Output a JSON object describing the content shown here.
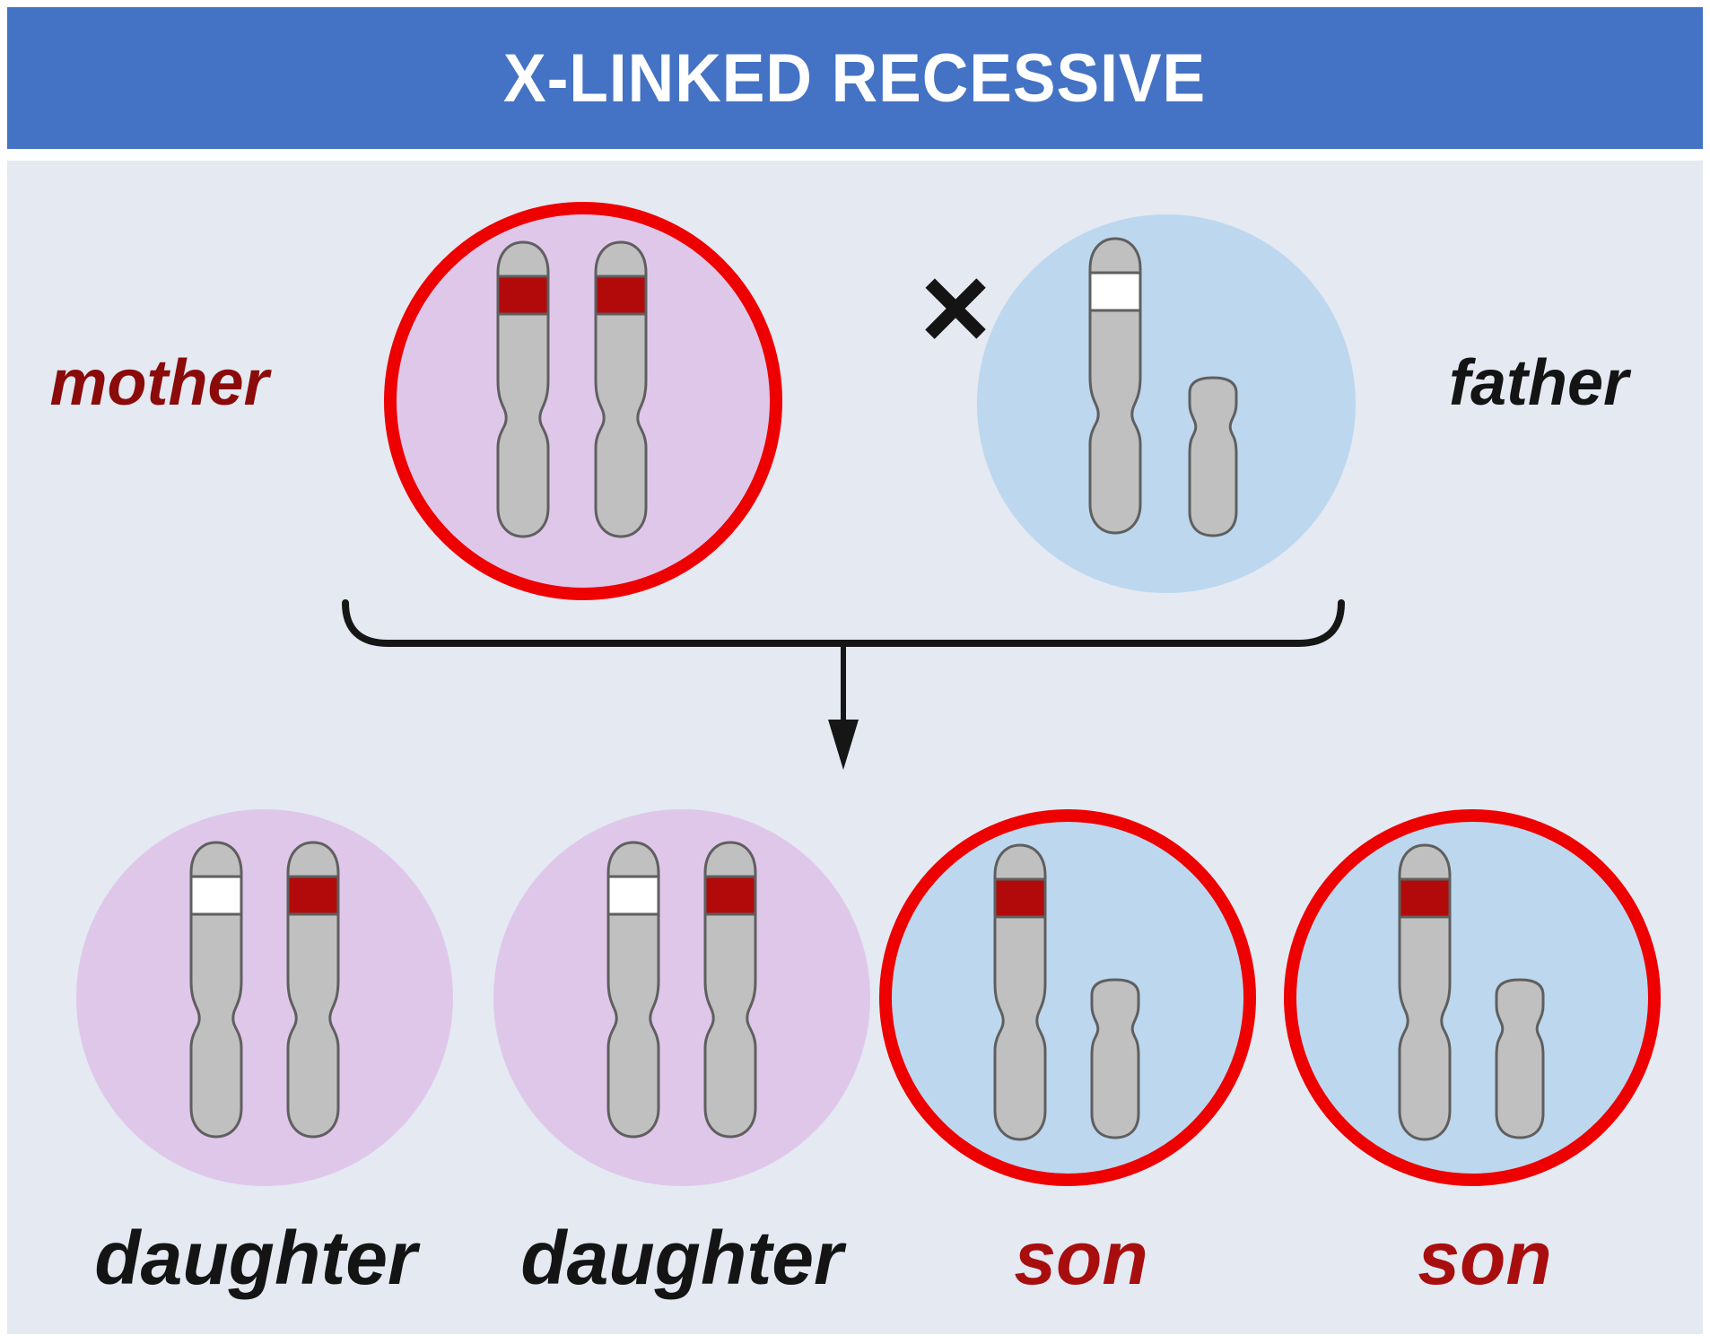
{
  "title": "X-LINKED RECESSIVE",
  "cross_symbol": "×",
  "persons": {
    "mother": {
      "label": "mother",
      "sex": "female",
      "affected_ring": true,
      "chromosomes": [
        {
          "type": "X",
          "band": "affected"
        },
        {
          "type": "X",
          "band": "affected"
        }
      ]
    },
    "father": {
      "label": "father",
      "sex": "male",
      "affected_ring": false,
      "chromosomes": [
        {
          "type": "X",
          "band": "normal"
        },
        {
          "type": "Y"
        }
      ]
    },
    "children": [
      {
        "label": "daughter",
        "sex": "female",
        "affected_ring": false,
        "chromosomes": [
          {
            "type": "X",
            "band": "normal"
          },
          {
            "type": "X",
            "band": "affected"
          }
        ]
      },
      {
        "label": "daughter",
        "sex": "female",
        "affected_ring": false,
        "chromosomes": [
          {
            "type": "X",
            "band": "normal"
          },
          {
            "type": "X",
            "band": "affected"
          }
        ]
      },
      {
        "label": "son",
        "sex": "male",
        "affected_ring": true,
        "chromosomes": [
          {
            "type": "X",
            "band": "affected"
          },
          {
            "type": "Y"
          }
        ]
      },
      {
        "label": "son",
        "sex": "male",
        "affected_ring": true,
        "chromosomes": [
          {
            "type": "X",
            "band": "affected"
          },
          {
            "type": "Y"
          }
        ]
      }
    ]
  },
  "colors": {
    "header_bg": "#4472C4",
    "panel_bg": "#E4E9F2",
    "female_circle": "#DFC7EA",
    "male_circle": "#BDD7EE",
    "affected_ring": "#EF0000",
    "chromosome_fill": "#C0C0C0",
    "chromosome_outline": "#5F5F5F",
    "band_affected": "#B20A0A",
    "band_normal": "#FFFFFF",
    "mother_text": "#8B0A0A",
    "son_text": "#A80E0E",
    "black_text": "#141414"
  }
}
